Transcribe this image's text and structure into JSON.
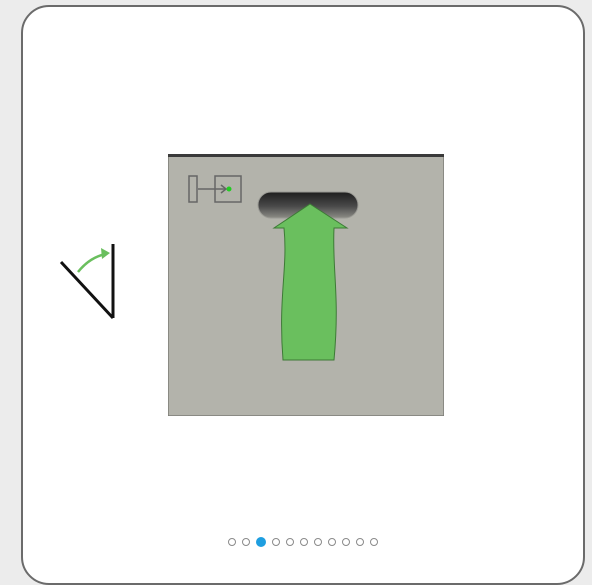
{
  "icons": {
    "door_angle": "door-swing-angle-icon",
    "insert": "card-insert-icon",
    "slot": "card-slot",
    "arrow": "insert-direction-arrow"
  },
  "colors": {
    "arrow_fill": "#6abf5e",
    "arrow_stroke": "#3d7a36",
    "panel_fill": "#b3b3ab",
    "slot_fill": "#3a3a3a",
    "indicator_led": "#22cc22",
    "pager_active": "#1e9ee0",
    "pager_inactive_border": "#8a8a8a"
  },
  "pager": {
    "total_pages": 11,
    "current_page": 3
  }
}
